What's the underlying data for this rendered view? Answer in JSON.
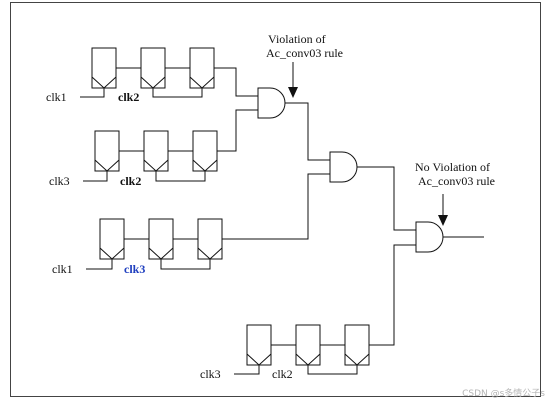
{
  "annotations": {
    "violation_line1": "Violation of",
    "violation_line2": "Ac_conv03 rule",
    "no_violation_line1": "No Violation of",
    "no_violation_line2": "Ac_conv03 rule"
  },
  "groups": [
    {
      "clock_label": "clk1",
      "sync_label": "clk2",
      "sync_style": "bold"
    },
    {
      "clock_label": "clk3",
      "sync_label": "clk2",
      "sync_style": "bold"
    },
    {
      "clock_label": "clk1",
      "sync_label": "clk3",
      "sync_style": "bold-blue"
    },
    {
      "clock_label": "clk3",
      "sync_label": "clk2",
      "sync_style": "normal"
    }
  ],
  "colors": {
    "line": "#111111",
    "blue_label": "#1f3fbf",
    "border": "#333333"
  },
  "watermark": "CSDN @s多情公子s"
}
